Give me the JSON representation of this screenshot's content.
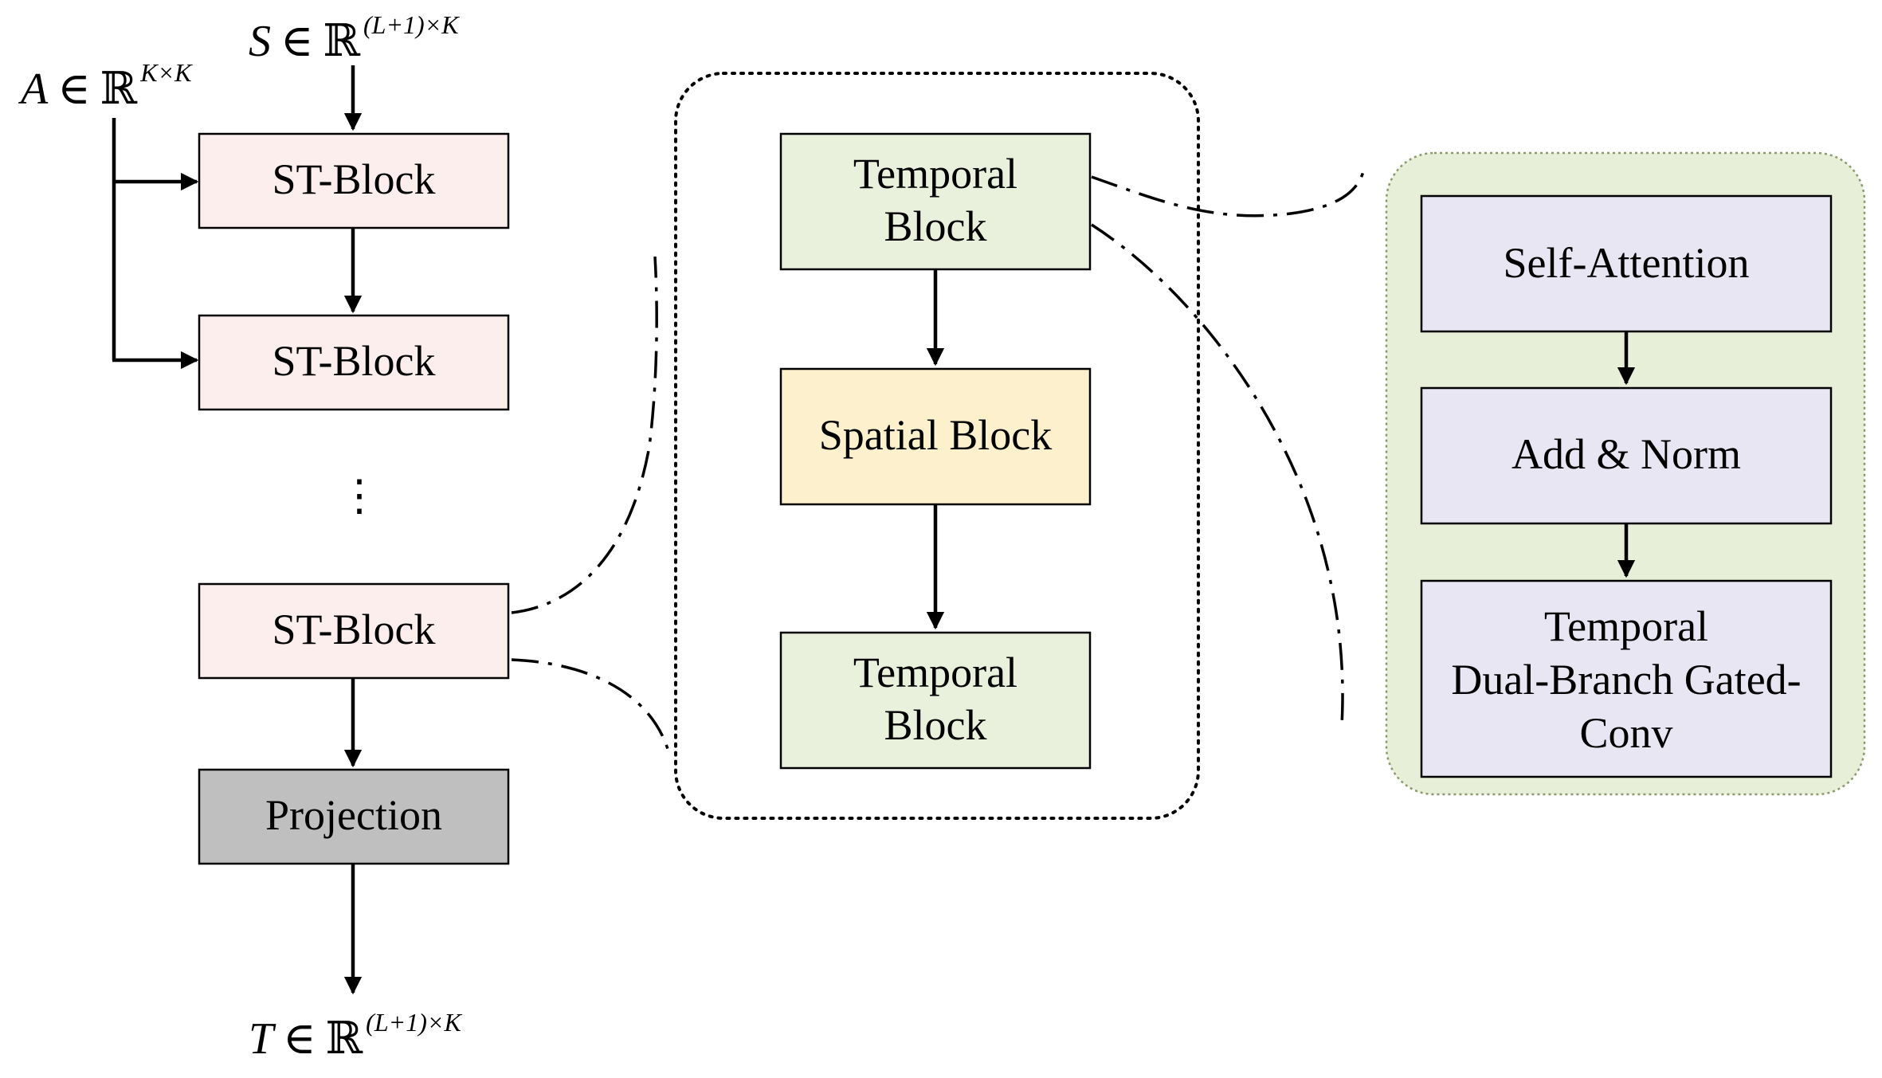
{
  "inputs": {
    "adjacency": {
      "symbol": "A",
      "in": "∈",
      "field": "ℝ",
      "sup": "K×K"
    },
    "signal": {
      "symbol": "S",
      "in": "∈",
      "field": "ℝ",
      "sup": "(L+1)×K"
    }
  },
  "output": {
    "symbol": "T",
    "in": "∈",
    "field": "ℝ",
    "sup": "(L+1)×K"
  },
  "stack": {
    "blocks": [
      "ST-Block",
      "ST-Block",
      "ST-Block"
    ],
    "ellipsis": "⋮",
    "projection": "Projection"
  },
  "st_block_detail": {
    "temporal_top": [
      "Temporal",
      "Block"
    ],
    "spatial": "Spatial Block",
    "temporal_bottom": [
      "Temporal",
      "Block"
    ]
  },
  "temporal_detail": {
    "self_attention": "Self-Attention",
    "add_norm": "Add & Norm",
    "gated_conv": [
      "Temporal",
      "Dual-Branch Gated-",
      "Conv"
    ]
  },
  "colors": {
    "st_block_fill": "#fdeeee",
    "projection_fill": "#bfbfbf",
    "detail_panel_fill": "#fdeeee",
    "temporal_fill": "#e9f0dc",
    "spatial_fill": "#fdf0cc",
    "temporal_panel_fill": "#e8efd9",
    "temporal_panel_stroke": "#8a9a6a",
    "sub_block_fill": "#e8e6f2"
  }
}
